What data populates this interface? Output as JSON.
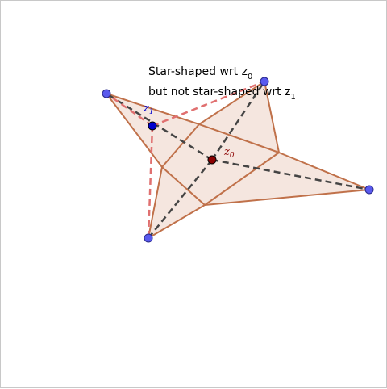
{
  "caption": {
    "line1_text": "Star-shaped wrt z",
    "line1_sub": "0",
    "line2_text": "but not star-shaped wrt z",
    "line2_sub": "1"
  },
  "points": {
    "z0": {
      "symbol": "z",
      "sub": "0",
      "color": "#8b0000"
    },
    "z1": {
      "symbol": "z",
      "sub": "1",
      "color": "#0000cc"
    }
  },
  "colors": {
    "polygon_fill": "#f5e6df",
    "polygon_edge": "#c0714a",
    "dashed_gray": "#444444",
    "dashed_red": "#e07070",
    "vertex": "#5a5aee",
    "vertex_stroke": "#2a2a8a"
  }
}
